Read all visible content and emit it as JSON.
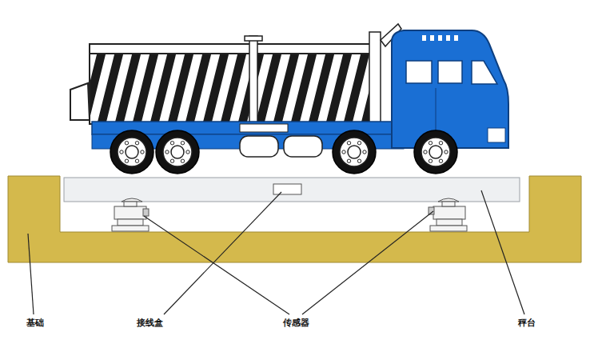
{
  "diagram": {
    "labels": [
      "基础",
      "接线盒",
      "传感器",
      "秤台"
    ]
  }
}
